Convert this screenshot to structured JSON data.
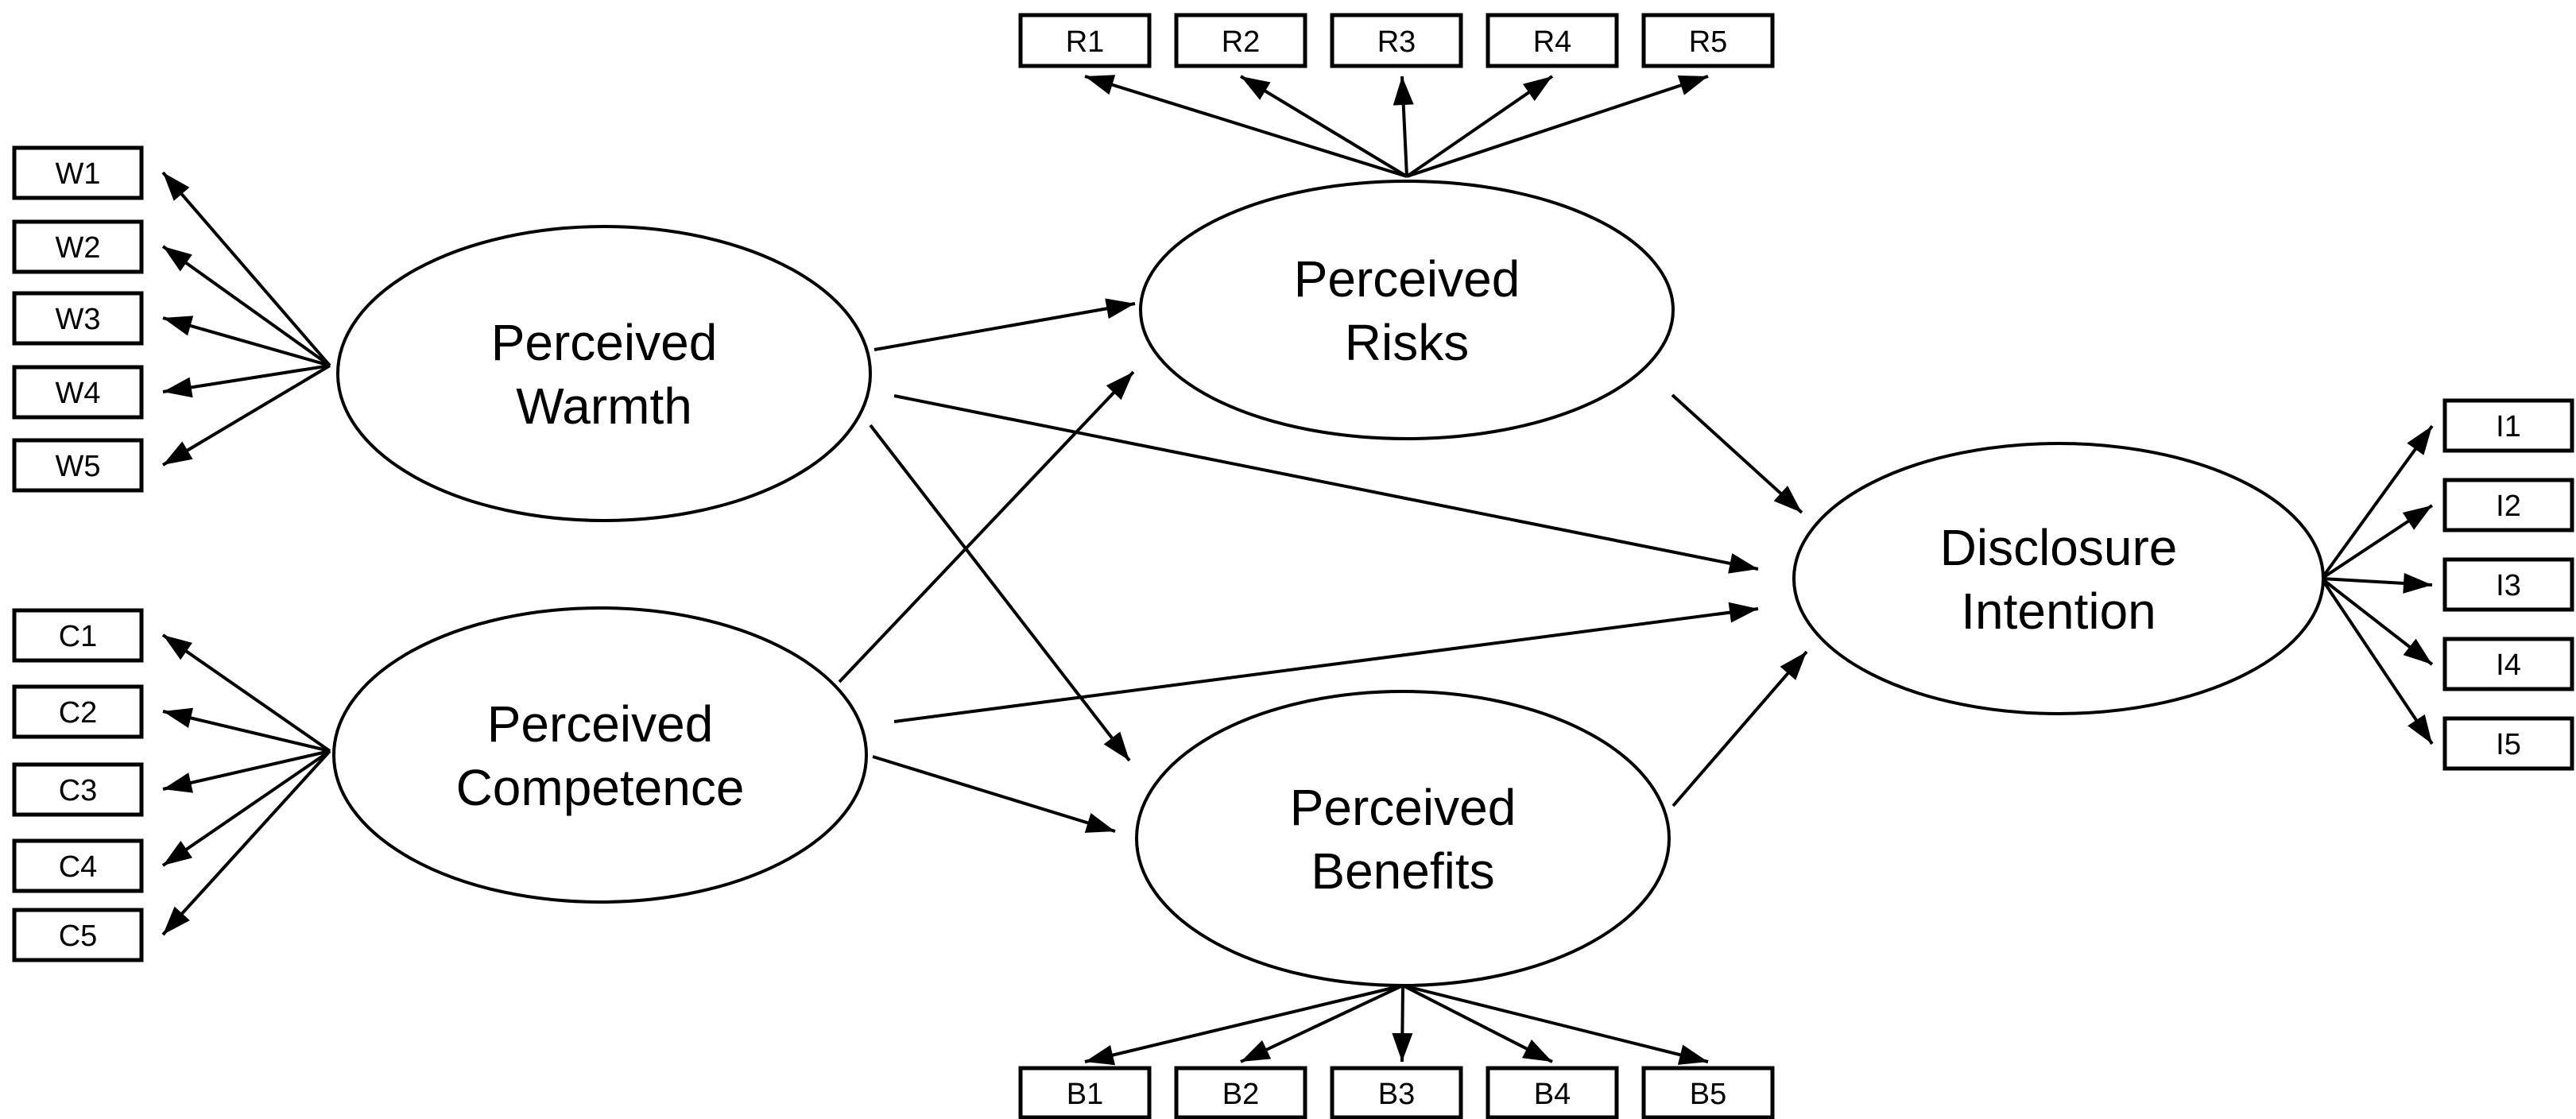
{
  "diagram": {
    "type": "sem-path-diagram",
    "colors": {
      "background": "#ffffff",
      "stroke": "#000000",
      "text": "#000000"
    }
  },
  "latents": {
    "warmth": {
      "label": "Perceived Warmth",
      "line1": "Perceived",
      "line2": "Warmth"
    },
    "competence": {
      "label": "Perceived Competence",
      "line1": "Perceived",
      "line2": "Competence"
    },
    "risks": {
      "label": "Perceived Risks",
      "line1": "Perceived",
      "line2": "Risks"
    },
    "benefits": {
      "label": "Perceived Benefits",
      "line1": "Perceived",
      "line2": "Benefits"
    },
    "disclosure": {
      "label": "Disclosure Intention",
      "line1": "Disclosure",
      "line2": "Intention"
    }
  },
  "indicators": {
    "warmth": [
      "W1",
      "W2",
      "W3",
      "W4",
      "W5"
    ],
    "competence": [
      "C1",
      "C2",
      "C3",
      "C4",
      "C5"
    ],
    "risks": [
      "R1",
      "R2",
      "R3",
      "R4",
      "R5"
    ],
    "benefits": [
      "B1",
      "B2",
      "B3",
      "B4",
      "B5"
    ],
    "disclosure": [
      "I1",
      "I2",
      "I3",
      "I4",
      "I5"
    ]
  },
  "structural_paths": [
    {
      "from": "Perceived Warmth",
      "to": "Perceived Risks"
    },
    {
      "from": "Perceived Warmth",
      "to": "Perceived Benefits"
    },
    {
      "from": "Perceived Warmth",
      "to": "Disclosure Intention"
    },
    {
      "from": "Perceived Competence",
      "to": "Perceived Risks"
    },
    {
      "from": "Perceived Competence",
      "to": "Perceived Benefits"
    },
    {
      "from": "Perceived Competence",
      "to": "Disclosure Intention"
    },
    {
      "from": "Perceived Risks",
      "to": "Disclosure Intention"
    },
    {
      "from": "Perceived Benefits",
      "to": "Disclosure Intention"
    }
  ]
}
